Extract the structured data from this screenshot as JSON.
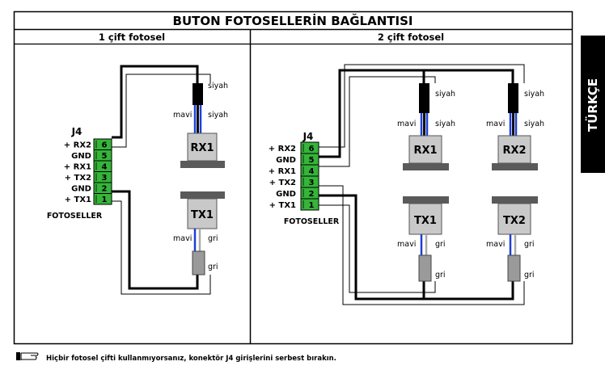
{
  "title": "BUTON FOTOSELLERİN BAĞLANTISI",
  "side_tab": "TÜRKÇE",
  "panels": {
    "left": {
      "heading": "1 çift fotosel",
      "connector": "J4",
      "connector_caption": "FOTOSELLER",
      "receiver": "RX1",
      "transmitter": "TX1"
    },
    "right": {
      "heading": "2 çift fotosel",
      "connector": "J4",
      "connector_caption": "FOTOSELLER",
      "receiver1": "RX1",
      "receiver2": "RX2",
      "transmitter1": "TX1",
      "transmitter2": "TX2"
    }
  },
  "pins": [
    {
      "label": "+ RX2",
      "number": "6"
    },
    {
      "label": "GND",
      "number": "5"
    },
    {
      "label": "+ RX1",
      "number": "4"
    },
    {
      "label": "+ TX2",
      "number": "3"
    },
    {
      "label": "GND",
      "number": "2"
    },
    {
      "label": "+ TX1",
      "number": "1"
    }
  ],
  "wire_labels": {
    "siyah": "siyah",
    "mavi": "mavi",
    "gri": "gri"
  },
  "note": "Hiçbir fotosel çifti kullanmıyorsanız, konektör J4 girişlerini serbest bırakın.",
  "colors": {
    "connector_green": "#35b53a",
    "device_gray": "#c9c9c9",
    "device_dark": "#5a5a5a",
    "wire_blue": "#1f3fd6",
    "tab_black": "#000000"
  }
}
